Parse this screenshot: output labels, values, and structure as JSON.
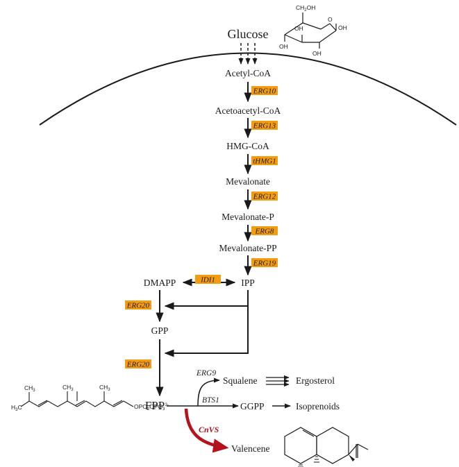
{
  "metabolites": {
    "glucose": "Glucose",
    "acetyl_coa": "Acetyl-CoA",
    "acetoacetyl_coa": "Acetoacetyl-CoA",
    "hmg_coa": "HMG-CoA",
    "mevalonate": "Mevalonate",
    "mevalonate_p": "Mevalonate-P",
    "mevalonate_pp": "Mevalonate-PP",
    "dmapp": "DMAPP",
    "ipp": "IPP",
    "gpp": "GPP",
    "fpp": "FPP",
    "squalene": "Squalene",
    "ergosterol": "Ergosterol",
    "ggpp": "GGPP",
    "isoprenoids": "Isoprenoids",
    "valencene": "Valencene"
  },
  "genes": {
    "erg10": "ERG10",
    "erg13": "ERG13",
    "thmg1": "tHMG1",
    "erg12": "ERG12",
    "erg8": "ERG8",
    "erg19": "ERG19",
    "idi1": "IDI1",
    "erg20_a": "ERG20",
    "erg20_b": "ERG20",
    "erg9": "ERG9",
    "bts1": "BTS1",
    "cnvs": "CnVS"
  },
  "glucose_structure": {
    "ch2oh": "CH",
    "ch2oh_sub": "2",
    "ch2oh_tail": "OH",
    "o": "O",
    "oh_1": "OH",
    "oh_2": "OH",
    "oh_3": "OH",
    "oh_4": "OH"
  },
  "fpp_structure": {
    "ch3_left": "H",
    "ch3_left_sub": "3",
    "ch3_left_tail": "C",
    "ch3_a": "CH",
    "ch3_a_sub": "3",
    "ch3_b": "CH",
    "ch3_b_sub": "3",
    "ch3_c": "CH",
    "ch3_c_sub": "3",
    "phosphate": "OPO",
    "phosphate_sub1": "2",
    "phosphate_mid": "OPO",
    "phosphate_sub2": "3",
    "phosphate_charge": "3-"
  },
  "colors": {
    "gene_highlight": "#f39c12",
    "cnvs_arrow": "#b5121b",
    "line": "#1a1a1a"
  }
}
